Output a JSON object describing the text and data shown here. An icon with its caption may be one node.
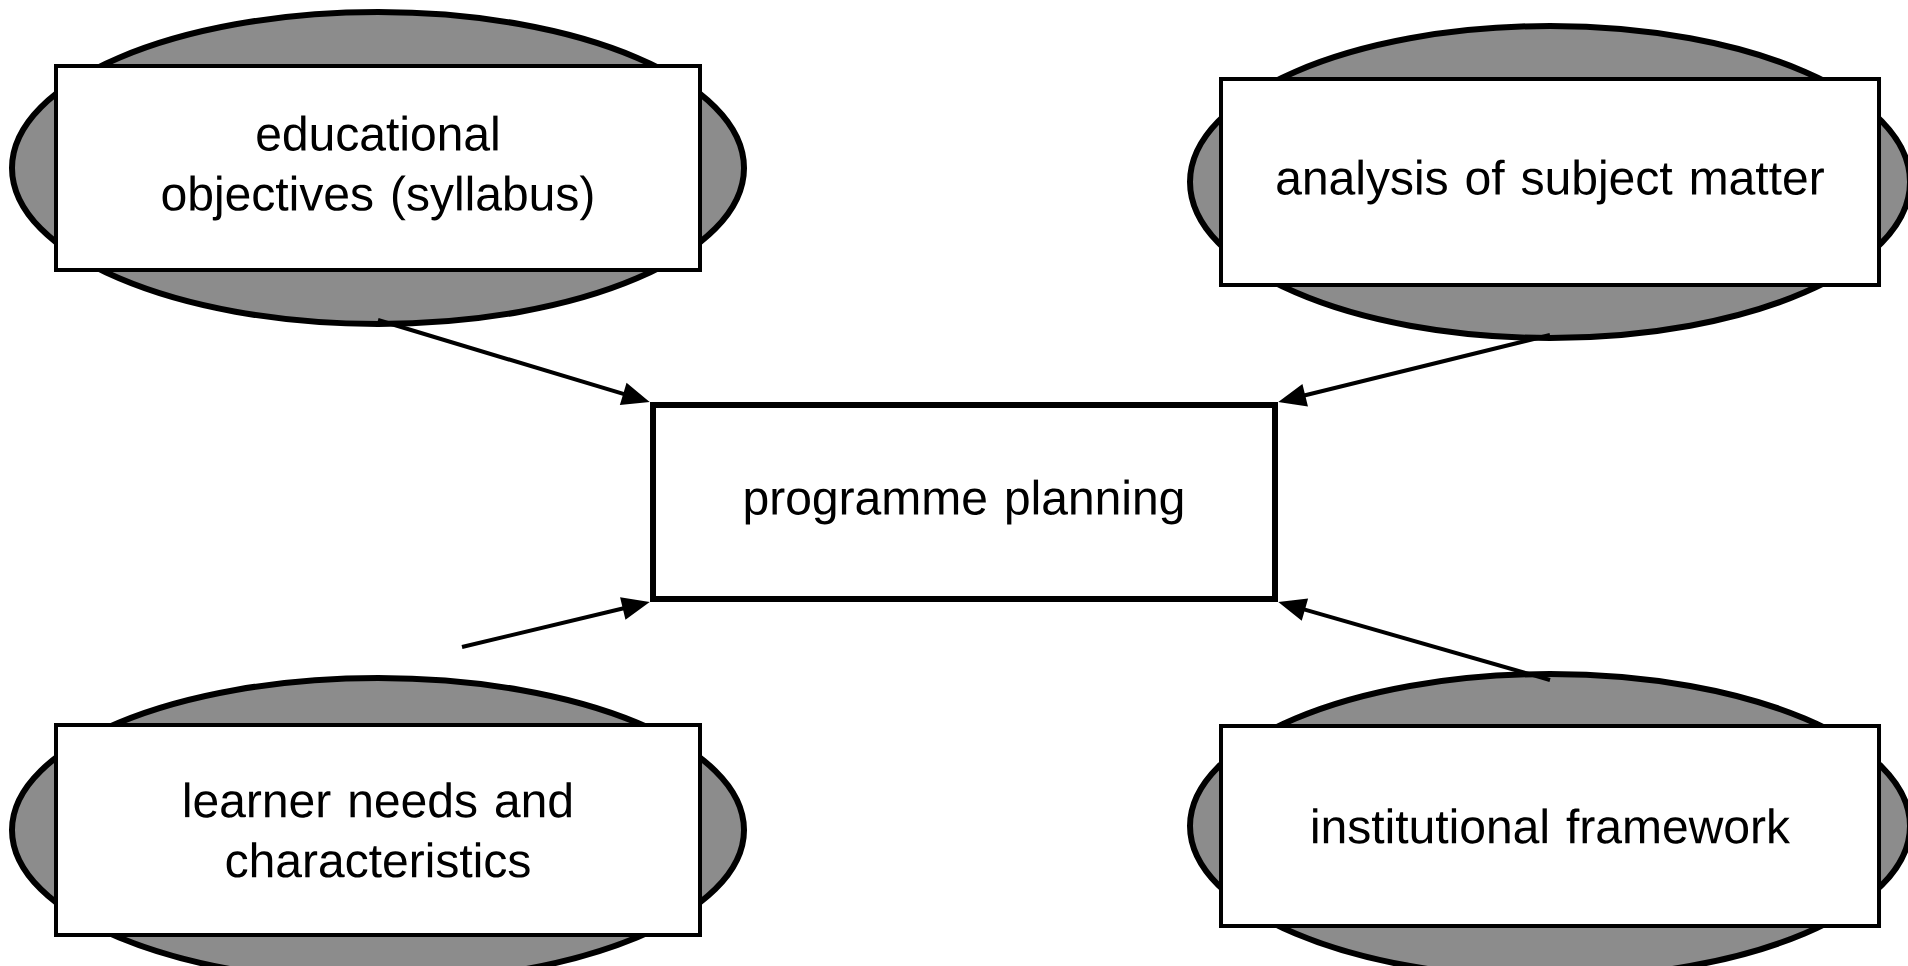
{
  "diagram": {
    "nodes": [
      {
        "text": [
          "educational objectives (syllabus)"
        ]
      },
      {
        "text": [
          "analysis of subject matter"
        ]
      },
      {
        "text": [
          "programme planning"
        ]
      },
      {
        "text": [
          "learner needs and characteristics"
        ]
      },
      {
        "text": [
          "institutional framework"
        ]
      }
    ],
    "edges": [
      {
        "from": 0,
        "to": 2,
        "arrow": "to"
      },
      {
        "from": 1,
        "to": 2,
        "arrow": "to"
      },
      {
        "from": 3,
        "to": 2,
        "arrow": "to"
      },
      {
        "from": 4,
        "to": 2,
        "arrow": "to"
      }
    ]
  }
}
